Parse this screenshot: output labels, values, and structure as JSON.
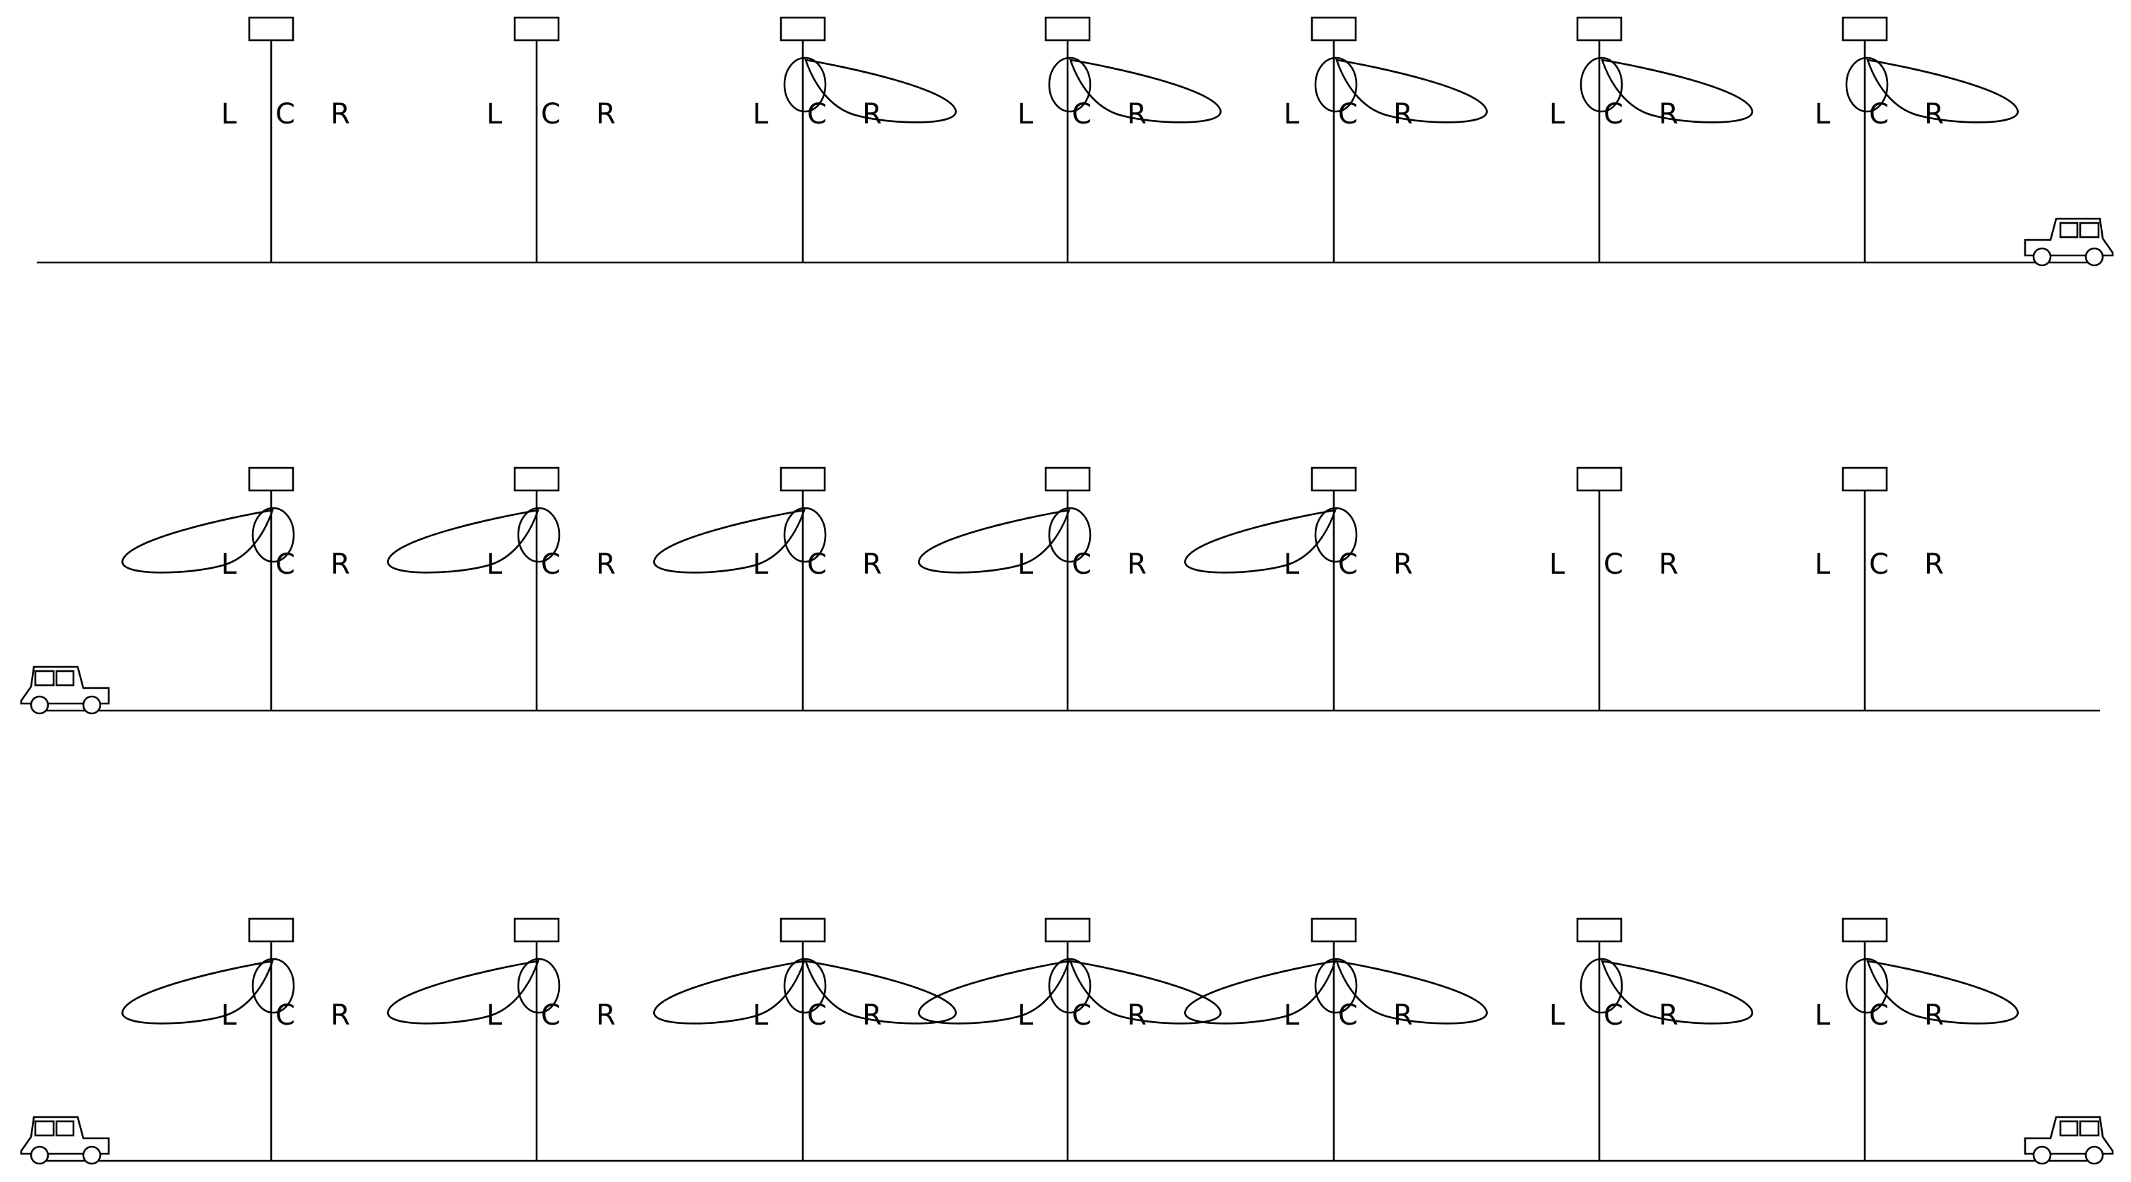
{
  "colors": {
    "background": "#ffffff",
    "line": "#000000"
  },
  "labels": {
    "left": "L",
    "center": "C",
    "right": "R"
  },
  "panels": [
    {
      "poles": [
        {
          "beams": []
        },
        {
          "beams": []
        },
        {
          "beams": [
            "center",
            "right"
          ]
        },
        {
          "beams": [
            "center",
            "right"
          ]
        },
        {
          "beams": [
            "center",
            "right"
          ]
        },
        {
          "beams": [
            "center",
            "right"
          ]
        },
        {
          "beams": [
            "center",
            "right"
          ]
        }
      ],
      "vehicles": [
        {
          "side": "right",
          "facing": "left"
        }
      ]
    },
    {
      "poles": [
        {
          "beams": [
            "left",
            "center"
          ]
        },
        {
          "beams": [
            "left",
            "center"
          ]
        },
        {
          "beams": [
            "left",
            "center"
          ]
        },
        {
          "beams": [
            "left",
            "center"
          ]
        },
        {
          "beams": [
            "left",
            "center"
          ]
        },
        {
          "beams": []
        },
        {
          "beams": []
        }
      ],
      "vehicles": [
        {
          "side": "left",
          "facing": "right"
        }
      ]
    },
    {
      "poles": [
        {
          "beams": [
            "left",
            "center"
          ]
        },
        {
          "beams": [
            "left",
            "center"
          ]
        },
        {
          "beams": [
            "left",
            "center",
            "right"
          ]
        },
        {
          "beams": [
            "left",
            "center",
            "right"
          ]
        },
        {
          "beams": [
            "left",
            "center",
            "right"
          ]
        },
        {
          "beams": [
            "center",
            "right"
          ]
        },
        {
          "beams": [
            "center",
            "right"
          ]
        }
      ],
      "vehicles": [
        {
          "side": "left",
          "facing": "right"
        },
        {
          "side": "right",
          "facing": "left"
        }
      ]
    }
  ]
}
